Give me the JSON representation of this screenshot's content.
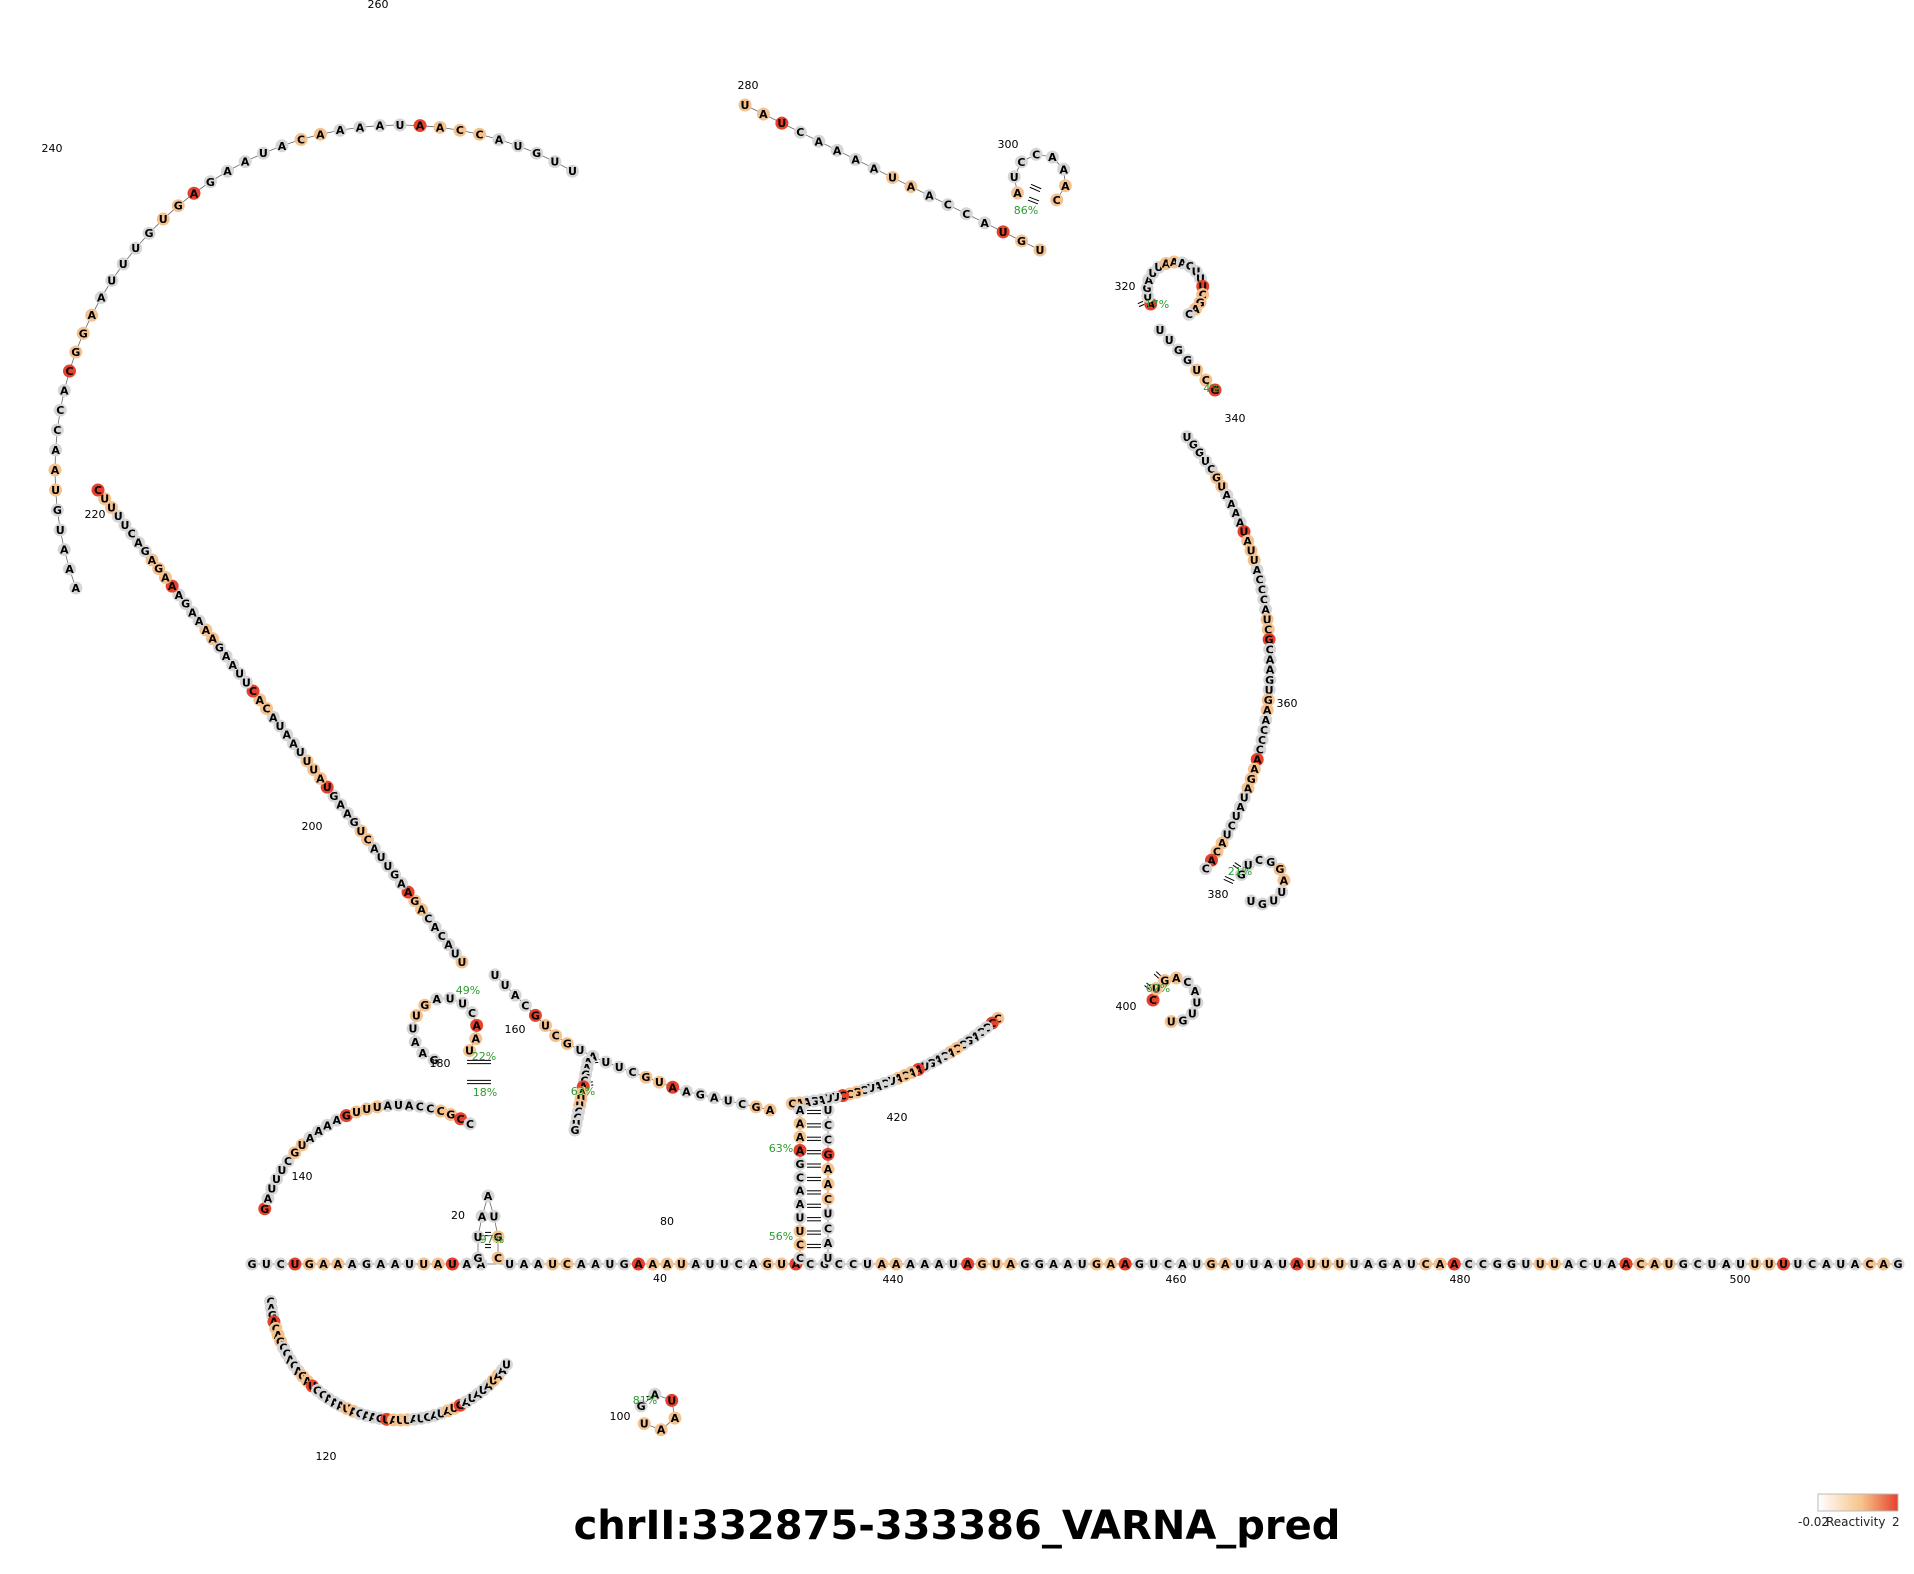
{
  "title": "chrII:332875-333386_VARNA_pred",
  "colors": {
    "low": "#d6d6d6",
    "medium": "#f4c28f",
    "high": "#e5412b",
    "backbone": "#666666",
    "pair_line": "#000000",
    "percent_label": "#2e9b2e"
  },
  "legend": {
    "min_label": "-0.02",
    "title": "Reactivity",
    "max_label": "2",
    "gradient": [
      "#ffffff",
      "#f6c38a",
      "#e5412b"
    ]
  },
  "index_labels": [
    "20",
    "40",
    "80",
    "100",
    "120",
    "140",
    "160",
    "180",
    "200",
    "220",
    "240",
    "260",
    "280",
    "300",
    "320",
    "340",
    "360",
    "380",
    "400",
    "420",
    "440",
    "460",
    "480",
    "500"
  ],
  "percent_labels": [
    "97%",
    "81%",
    "18%",
    "22%",
    "49%",
    "63%",
    "56%",
    "63%",
    "86%",
    "17%",
    "4%",
    "21%",
    "62%"
  ],
  "segments": {
    "main_line": "GUCUGAAAGAAUUAUAA-UAAUCAAUGAAAUAUUCAGUACGCCUAAAAAUAGUAGGAAUGAAGUCAUGAUUAUAUUUUAGAUCAACCGGUUUACUAACAUGCUAUUUUUCAUACAG",
    "hairpin_20": "GUAAUGC",
    "loop_bottom_left": "CAGACAGCCACAGAUGCAAAUACAACUAUUAUGAUAUGAUAUAUAAU",
    "hairpin_100": "GAUAAU",
    "loop_left_upper": "GAUUUCGUAAAAGUUUAUACCCGCC",
    "hairpin_180": "GAAUUGAUUCAAU",
    "strand_left_long": "UUACACAGAAGUUACUGAAGUAUUUAAUACACUUAAGAAAAGAAAGAGACUUUUC",
    "loop_top": "AAAUGUAACCACGGAAUUUGUGAGAAUACAAAAUAACCAUGUU",
    "hairpin_300": "AUCCAAAC",
    "hairpin_320": "AUGAUUAAACUUUCGAC",
    "strand_right_long": "UGGUCGUAAAAUAUUACCCAUCGCAAGUGAACCCAAGAUAUCUACAC",
    "hairpin_380": "GUCGGAUUGU",
    "hairpin_400": "CUGACAUUGU",
    "strand_inner_bottom": "CCCCAGCCACAGUAACAUCAUCGCCUUAGAAC",
    "stem_vertical_left": "AAAAGCAAUUCC",
    "stem_vertical_right": "UCCGAACUCAU"
  }
}
